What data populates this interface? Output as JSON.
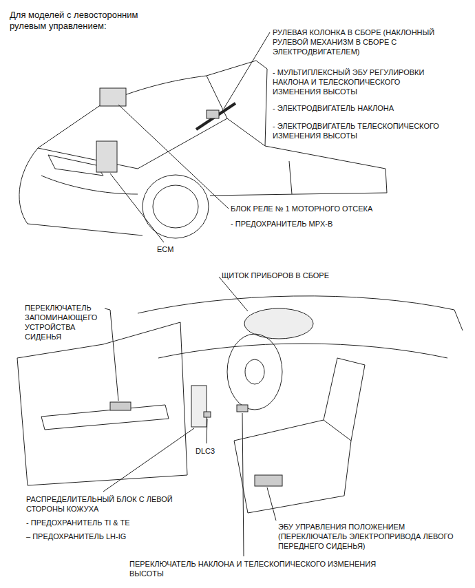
{
  "diagram": {
    "title": "Для моделей с левосторонним рулевым управлением:",
    "labels": [
      "РУЛЕВАЯ КОЛОНКА В СБОРЕ (НАКЛОННЫЙ РУЛЕВОЙ МЕХАНИЗМ В СБОРЕ С ЭЛЕКТРОДВИГАТЕЛЕМ)",
      "- МУЛЬТИПЛЕКСНЫЙ ЭБУ РЕГУЛИРОВКИ НАКЛОНА И ТЕЛЕСКОПИЧЕСКОГО ИЗМЕНЕНИЯ ВЫСОТЫ",
      "- ЭЛЕКТРОДВИГАТЕЛЬ НАКЛОНА",
      "- ЭЛЕКТРОДВИГАТЕЛЬ ТЕЛЕСКОПИЧЕСКОГО ИЗМЕНЕНИЯ ВЫСОТЫ",
      "БЛОК РЕЛЕ № 1 МОТОРНОГО ОТСЕКА",
      "- ПРЕДОХРАНИТЕЛЬ MPX-B",
      "ECM",
      "ЩИТОК ПРИБОРОВ В СБОРЕ",
      "ПЕРЕКЛЮЧАТЕЛЬ ЗАПОМИНАЮЩЕГО УСТРОЙСТВА СИДЕНЬЯ",
      "DLC3",
      "РАСПРЕДЕЛИТЕЛЬНЫЙ БЛОК С ЛЕВОЙ СТОРОНЫ КОЖУХА",
      "- ПРЕДОХРАНИТЕЛЬ TI & TE",
      "– ПРЕДОХРАНИТЕЛЬ LH-IG",
      "ЭБУ УПРАВЛЕНИЯ ПОЛОЖЕНИЕМ (ПЕРЕКЛЮЧАТЕЛЬ ЭЛЕКТРОПРИВОДА ЛЕВОГО ПЕРЕДНЕГО СИДЕНЬЯ)",
      "ПЕРЕКЛЮЧАТЕЛЬ НАКЛОНА И ТЕЛЕСКОПИЧЕСКОГО ИЗМЕНЕНИЯ ВЫСОТЫ"
    ]
  }
}
